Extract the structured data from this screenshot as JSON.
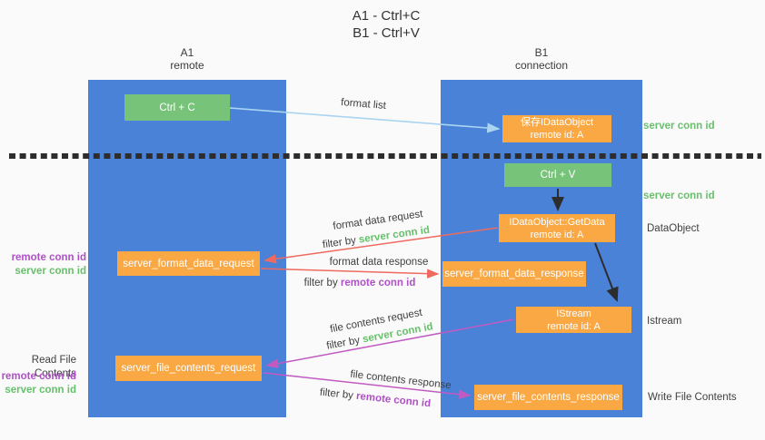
{
  "title": {
    "line1": "A1 - Ctrl+C",
    "line2": "B1 - Ctrl+V"
  },
  "lanes": {
    "a1": {
      "id": "A1",
      "subtitle": "remote"
    },
    "b1": {
      "id": "B1",
      "subtitle": "connection"
    }
  },
  "boxes": {
    "ctrl_c": {
      "label": "Ctrl + C"
    },
    "ctrl_v": {
      "label": "Ctrl + V"
    },
    "save_dataobject": {
      "line1": "保存IDataObject",
      "line2": "remote id: A"
    },
    "getdata": {
      "line1": "IDataObject::GetData",
      "line2": "remote id: A"
    },
    "istream": {
      "line1": "IStream",
      "line2": "remote id: A"
    },
    "server_format_data_request": {
      "label": "server_format_data_request"
    },
    "server_format_data_response": {
      "label": "server_format_data_response"
    },
    "server_file_contents_request": {
      "label": "server_file_contents_request"
    },
    "server_file_contents_response": {
      "label": "server_file_contents_response"
    }
  },
  "arrow_labels": {
    "format_list": "format list",
    "format_data_request": "format data request",
    "format_data_response": "format data response",
    "file_contents_request": "file contents request",
    "file_contents_response": "file contents response",
    "filter_by": "filter by",
    "server_conn_id": "server conn id",
    "remote_conn_id": "remote conn id"
  },
  "side_labels": {
    "right_server_conn_top": "server conn id",
    "right_server_conn_mid": "server conn id",
    "dataobject": "DataObject",
    "istream": "Istream",
    "write_file_contents": "Write File Contents",
    "read_file_contents": "Read File Contents",
    "left_top": {
      "remote": "remote conn id",
      "server": "server conn id"
    },
    "left_bottom": {
      "remote": "remote conn id",
      "server": "server conn id"
    }
  },
  "colors": {
    "lane_blue": "#4a82d8",
    "box_green": "#77c37a",
    "box_orange": "#f9a843",
    "arrow_light_blue": "#aad4f0",
    "arrow_red": "#ee6a5e",
    "arrow_magenta": "#c25ac2",
    "arrow_black": "#2d2d2d",
    "text_green": "#67c06b",
    "text_purple": "#b050c8",
    "background": "#fafafa"
  }
}
